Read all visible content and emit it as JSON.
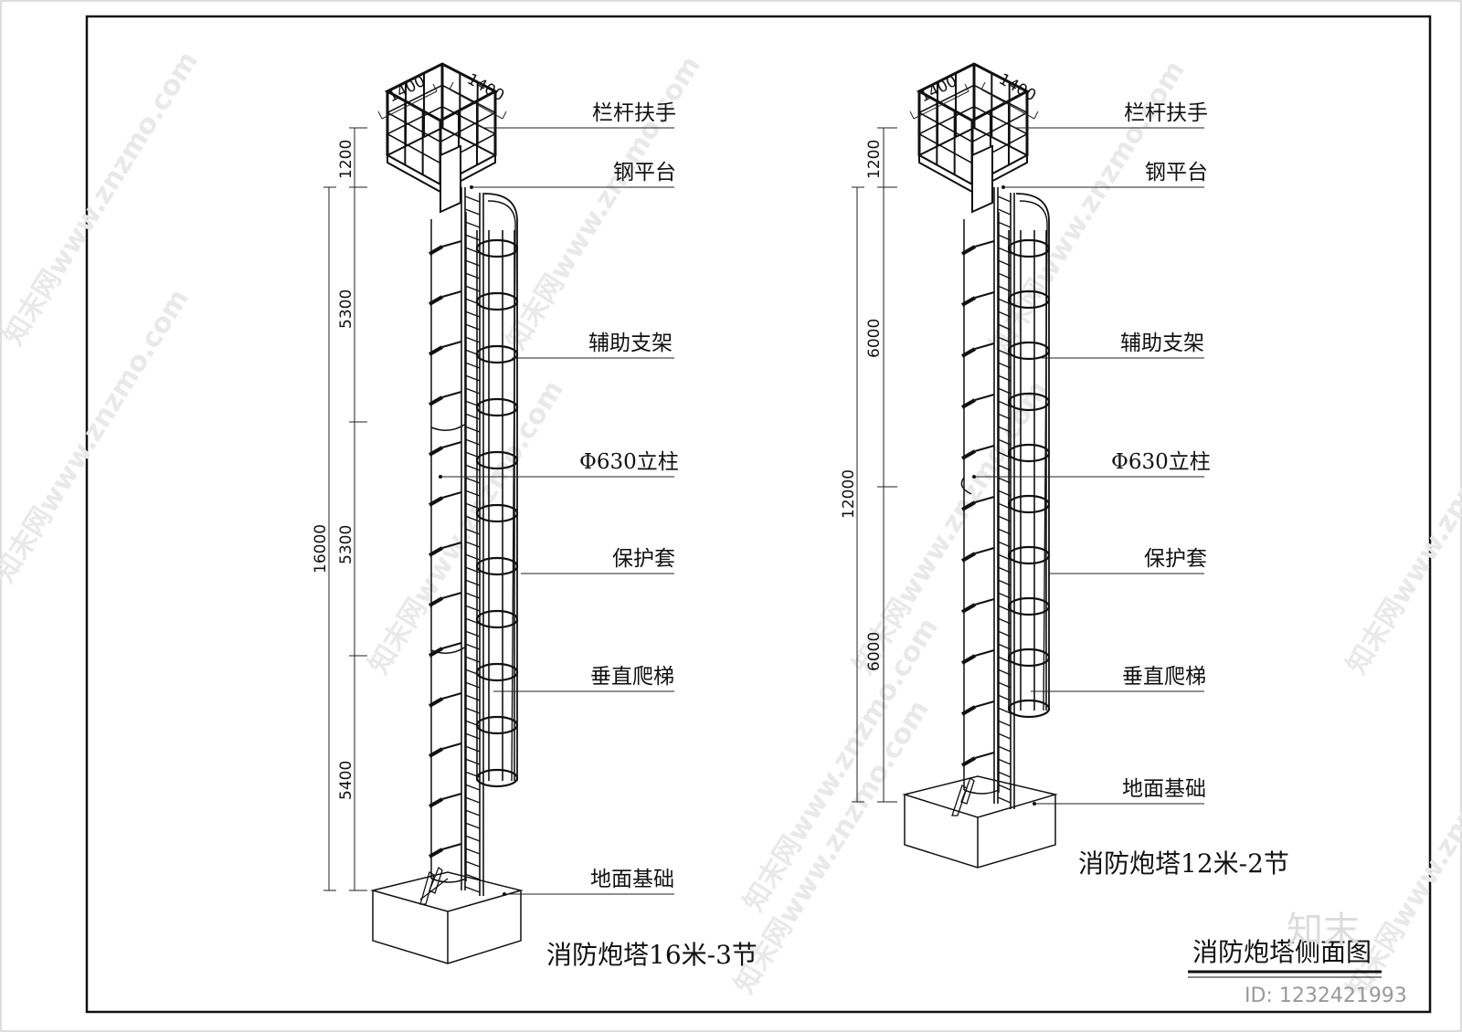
{
  "labels": {
    "railing": "栏杆扶手",
    "platform": "钢平台",
    "bracket": "辅助支架",
    "column": "Φ630立柱",
    "cage": "保护套",
    "ladder": "垂直爬梯",
    "foundation": "地面基础"
  },
  "tower16": {
    "title": "消防炮塔16米-3节",
    "dims": {
      "plat_w1": "1400",
      "plat_w2": "1400",
      "rail_h": "1200",
      "total": "16000",
      "seg1": "5300",
      "seg2": "5300",
      "seg3": "5400"
    }
  },
  "tower12": {
    "title": "消防炮塔12米-2节",
    "dims": {
      "plat_w1": "1400",
      "plat_w2": "1400",
      "rail_h": "1200",
      "total": "12000",
      "seg1": "6000",
      "seg2": "6000"
    }
  },
  "drawing_title": "消防炮塔侧面图",
  "watermark": {
    "text": "知末网www.znzmo.com",
    "logo": "知末",
    "id": "ID: 1232421993"
  }
}
